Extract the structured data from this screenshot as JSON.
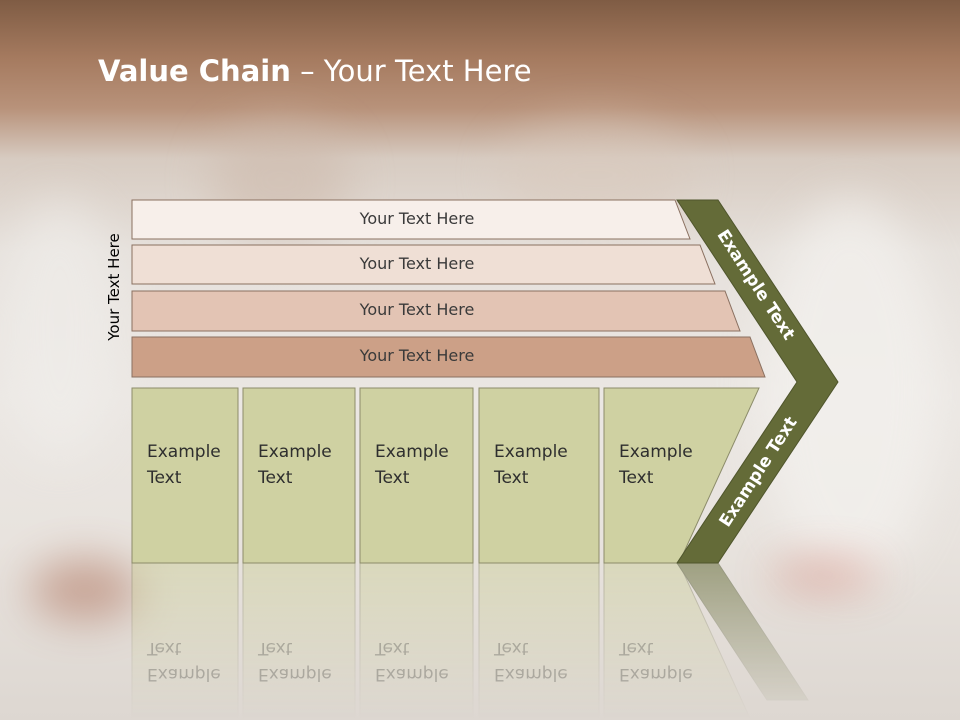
{
  "slide": {
    "title_bold": "Value Chain",
    "title_rest": " – Your Text Here",
    "side_label": "Your Text Here"
  },
  "rows": [
    {
      "label": "Your Text Here",
      "color": "#f7efea"
    },
    {
      "label": "Your Text Here",
      "color": "#efdfd5"
    },
    {
      "label": "Your Text Here",
      "color": "#e3c4b4"
    },
    {
      "label": "Your Text Here",
      "color": "#cca087"
    }
  ],
  "columns": [
    {
      "label_line1": "Example",
      "label_line2": "Text"
    },
    {
      "label_line1": "Example",
      "label_line2": "Text"
    },
    {
      "label_line1": "Example",
      "label_line2": "Text"
    },
    {
      "label_line1": "Example",
      "label_line2": "Text"
    },
    {
      "label_line1": "Example",
      "label_line2": "Text"
    }
  ],
  "chevron": {
    "upper_label": "Example Text",
    "lower_label": "Example Text",
    "color": "#646b38"
  },
  "colors": {
    "column_fill": "#cfd1a2",
    "row_stroke": "#8a7060",
    "column_stroke": "#8c8c6a"
  }
}
